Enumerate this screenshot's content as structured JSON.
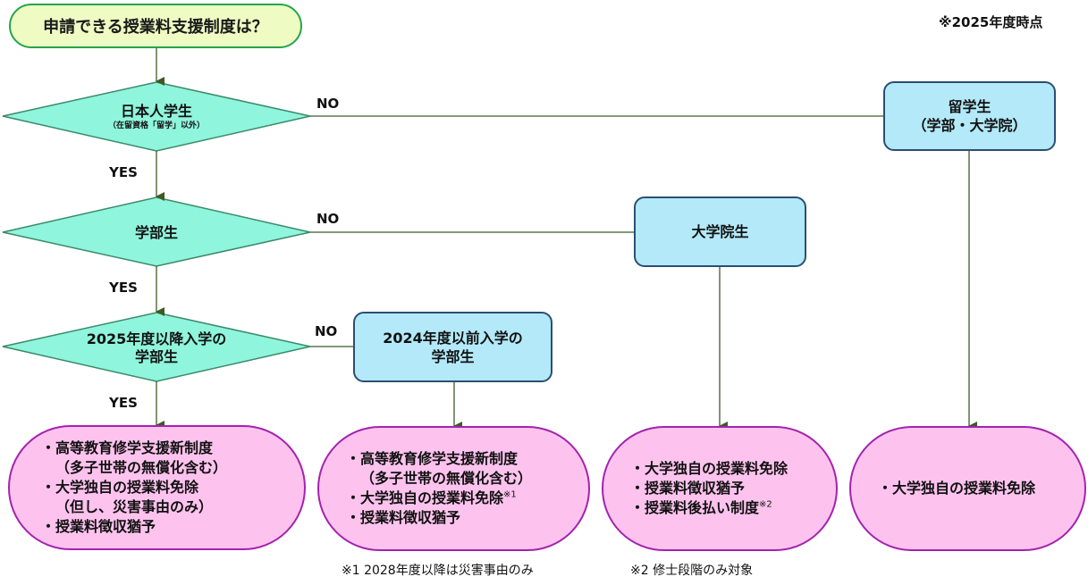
{
  "as_of": "※2025年度時点",
  "start": {
    "label": "申請できる授業料支援制度は？"
  },
  "decisions": [
    {
      "id": "japanese",
      "main": "日本人学生",
      "sub": "（在留資格「留学」以外）"
    },
    {
      "id": "undergrad",
      "main": "学部生",
      "sub": ""
    },
    {
      "id": "enrolled2025",
      "main": "2025年度以降入学の",
      "main2": "学部生",
      "sub": ""
    }
  ],
  "branch_labels": {
    "yes": "YES",
    "no": "NO"
  },
  "boxes": {
    "intl": {
      "line1": "留学生",
      "line2": "（学部・大学院）"
    },
    "grad": {
      "line1": "大学院生"
    },
    "pre2024": {
      "line1": "2024年度以前入学の",
      "line2": "学部生"
    }
  },
  "results": {
    "r1": [
      {
        "text": "・高等教育修学支援新制度",
        "indent": false,
        "sup": ""
      },
      {
        "text": "（多子世帯の無償化含む）",
        "indent": true,
        "sup": ""
      },
      {
        "text": "・大学独自の授業料免除",
        "indent": false,
        "sup": ""
      },
      {
        "text": "（但し、災害事由のみ）",
        "indent": true,
        "sup": ""
      },
      {
        "text": "・授業料徴収猶予",
        "indent": false,
        "sup": ""
      }
    ],
    "r2": [
      {
        "text": "・高等教育修学支援新制度",
        "indent": false,
        "sup": ""
      },
      {
        "text": "（多子世帯の無償化含む）",
        "indent": true,
        "sup": ""
      },
      {
        "text": "・大学独自の授業料免除",
        "indent": false,
        "sup": "※1"
      },
      {
        "text": "・授業料徴収猶予",
        "indent": false,
        "sup": ""
      }
    ],
    "r3": [
      {
        "text": "・大学独自の授業料免除",
        "indent": false,
        "sup": ""
      },
      {
        "text": "・授業料徴収猶予",
        "indent": false,
        "sup": ""
      },
      {
        "text": "・授業料後払い制度",
        "indent": false,
        "sup": "※2"
      }
    ],
    "r4": [
      {
        "text": "・大学独自の授業料免除",
        "indent": false,
        "sup": ""
      }
    ]
  },
  "notes": {
    "n1": "※1  2028年度以降は災害事由のみ",
    "n2": "※2  修士段階のみ対象"
  },
  "colors": {
    "start_fill": "#eefbc2",
    "start_border": "#22a64a",
    "decision_fill": "#8ff5dc",
    "decision_border": "#3a8a6a",
    "box_fill": "#b3e9f8",
    "box_border": "#2b4e72",
    "result_fill": "#fdc3ee",
    "result_border": "#a422ae",
    "connector": "#3f5a2a"
  }
}
